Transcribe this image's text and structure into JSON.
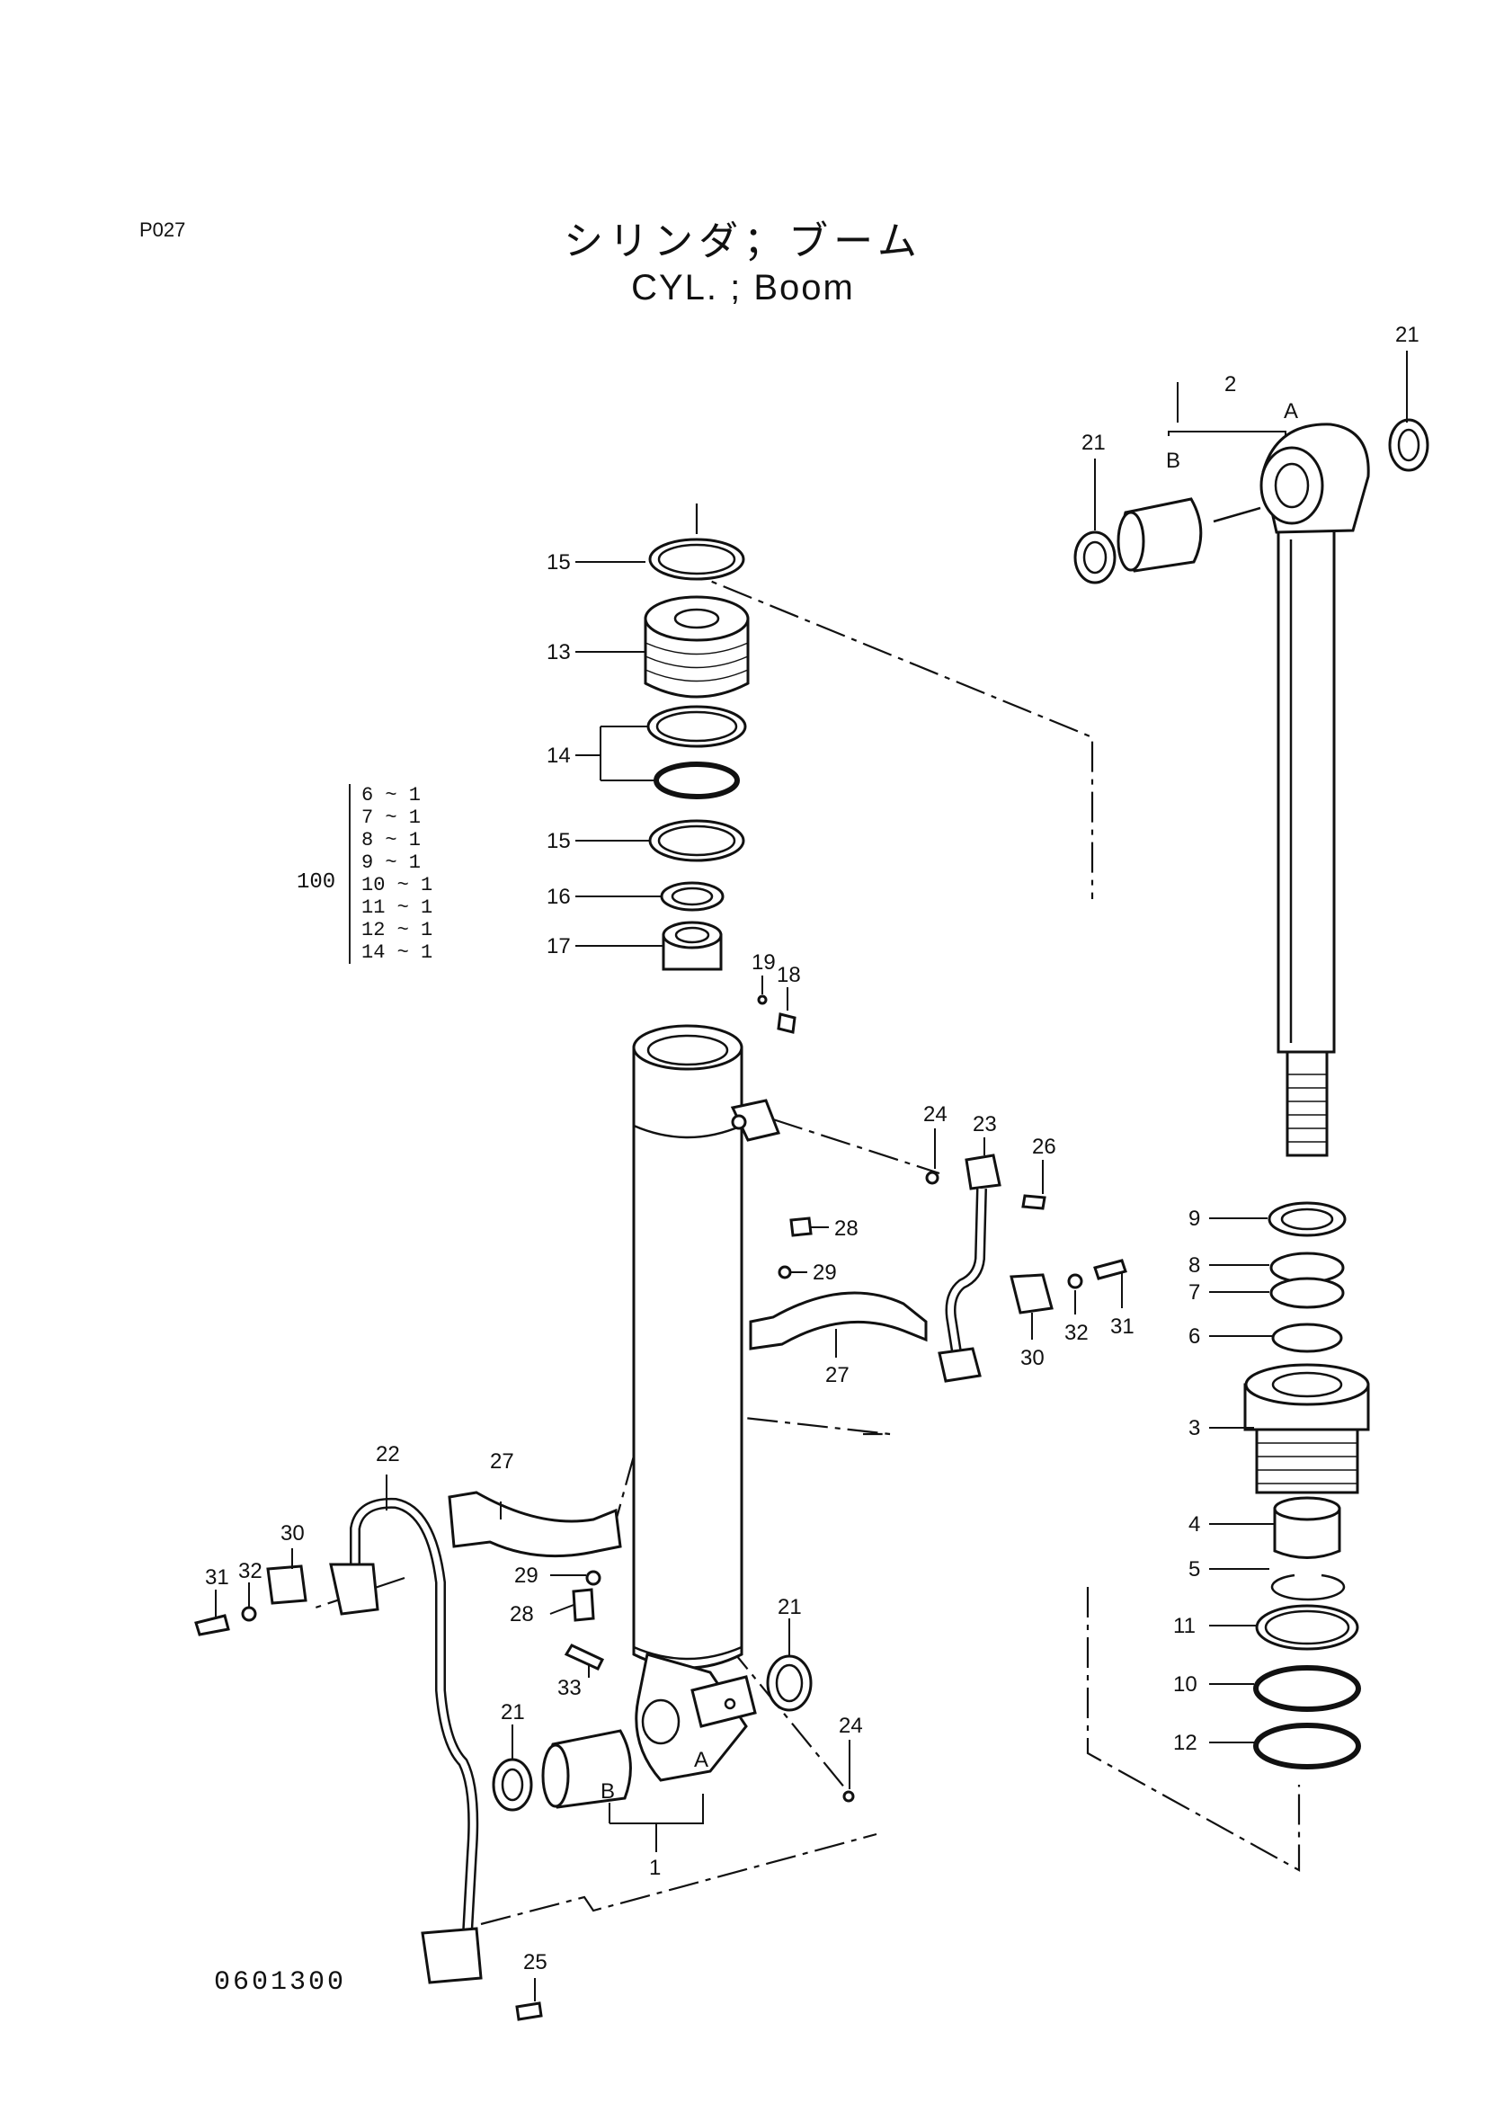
{
  "header": {
    "page_code": "P027",
    "title_jp": "シリンダ；ブーム",
    "title_en": "CYL. ; Boom"
  },
  "footer": {
    "drawing_no": "0601300"
  },
  "set_callout": {
    "number": "100",
    "lines": [
      "6 ~ 1",
      "7 ~ 1",
      "8 ~ 1",
      "9 ~ 1",
      "10 ~ 1",
      "11 ~ 1",
      "12 ~ 1",
      "14 ~ 1"
    ]
  },
  "callouts": [
    {
      "label": "1"
    },
    {
      "label": "2"
    },
    {
      "label": "A"
    },
    {
      "label": "B"
    },
    {
      "label": "A"
    },
    {
      "label": "B"
    },
    {
      "label": "21"
    },
    {
      "label": "21"
    },
    {
      "label": "21"
    },
    {
      "label": "21"
    },
    {
      "label": "15"
    },
    {
      "label": "13"
    },
    {
      "label": "14"
    },
    {
      "label": "15"
    },
    {
      "label": "16"
    },
    {
      "label": "17"
    },
    {
      "label": "19"
    },
    {
      "label": "18"
    },
    {
      "label": "24"
    },
    {
      "label": "23"
    },
    {
      "label": "26"
    },
    {
      "label": "28"
    },
    {
      "label": "29"
    },
    {
      "label": "27"
    },
    {
      "label": "30"
    },
    {
      "label": "32"
    },
    {
      "label": "31"
    },
    {
      "label": "9"
    },
    {
      "label": "8"
    },
    {
      "label": "7"
    },
    {
      "label": "6"
    },
    {
      "label": "3"
    },
    {
      "label": "4"
    },
    {
      "label": "5"
    },
    {
      "label": "11"
    },
    {
      "label": "10"
    },
    {
      "label": "12"
    },
    {
      "label": "22"
    },
    {
      "label": "27"
    },
    {
      "label": "30"
    },
    {
      "label": "31"
    },
    {
      "label": "32"
    },
    {
      "label": "29"
    },
    {
      "label": "28"
    },
    {
      "label": "33"
    },
    {
      "label": "24"
    },
    {
      "label": "25"
    }
  ]
}
